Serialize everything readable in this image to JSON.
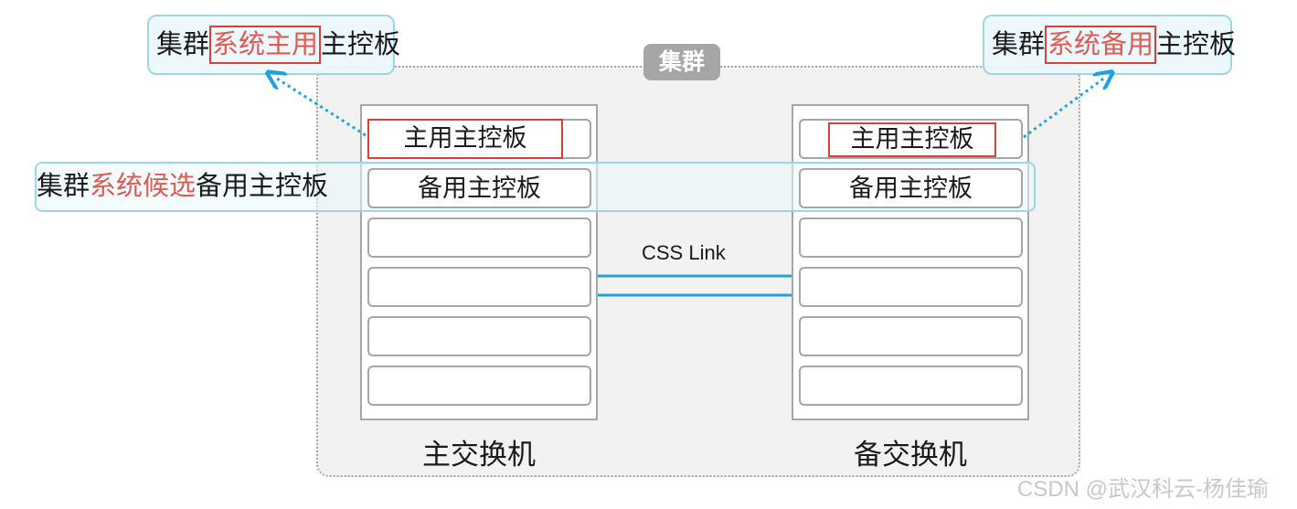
{
  "cluster": {
    "label": "集群"
  },
  "primary_switch": {
    "label": "主交换机",
    "slot_master": "主用主控板",
    "slot_standby": "备用主控板"
  },
  "backup_switch": {
    "label": "备交换机",
    "slot_master": "主用主控板",
    "slot_standby": "备用主控板"
  },
  "link": {
    "label": "CSS Link"
  },
  "callout_left": {
    "prefix": "集群",
    "highlight": "系统主用",
    "suffix": "主控板"
  },
  "callout_right": {
    "prefix": "集群",
    "highlight": "系统备用",
    "suffix": "主控板"
  },
  "callout_band": {
    "prefix": "集群",
    "highlight": "系统候选",
    "suffix": "备用主控板"
  },
  "watermark": "CSDN @武汉科云-杨佳瑜",
  "colors": {
    "highlight_red": "#d9403a",
    "text_red": "#e05a52",
    "link_blue": "#1ea4dc",
    "callout_border": "#9dd6ea",
    "cluster_gray": "#a6a6a6"
  }
}
